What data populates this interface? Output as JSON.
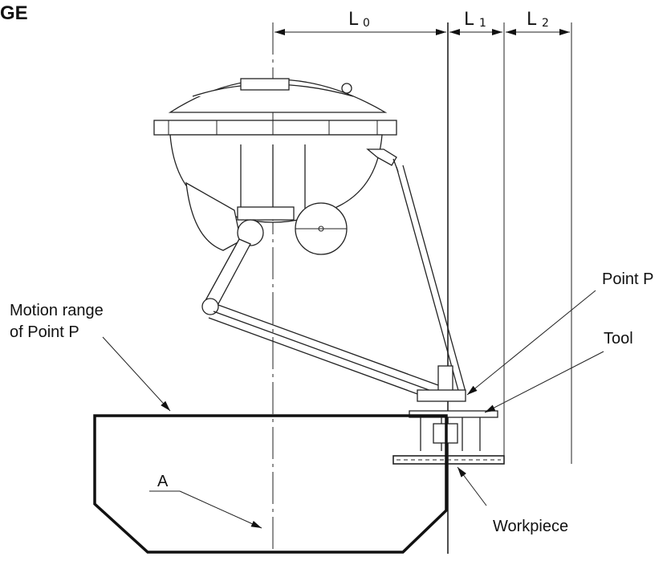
{
  "heading": "GE",
  "dimensions": {
    "l0": {
      "main": "L",
      "sub": "0"
    },
    "l1": {
      "main": "L",
      "sub": "1"
    },
    "l2": {
      "main": "L",
      "sub": "2"
    }
  },
  "callouts": {
    "point_p": "Point P",
    "tool": "Tool",
    "motion_range_line1": "Motion range",
    "motion_range_line2": "of Point P",
    "axis_a": "A",
    "workpiece": "Workpiece"
  }
}
